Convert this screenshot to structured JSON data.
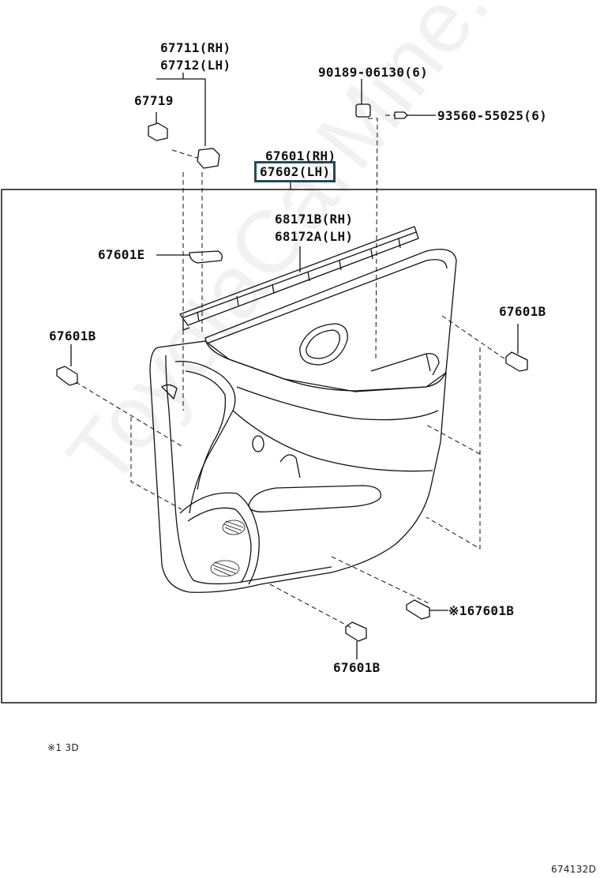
{
  "labels": {
    "p67711": "67711(RH)",
    "p67712": "67712(LH)",
    "p67719": "67719",
    "p90189": "90189-06130(6)",
    "p93560": "93560-55025(6)",
    "p67601": "67601(RH)",
    "p67602": "67602(LH)",
    "p68171b": "68171B(RH)",
    "p68172a": "68172A(LH)",
    "p67601e": "67601E",
    "p67601b_right": "67601B",
    "p67601b_left": "67601B",
    "p67601b_star": "※167601B",
    "p67601b_bottom": "67601B"
  },
  "footnote": "※1 3D",
  "diagram_id": "674132D",
  "watermark": "ToyotaCarMine.ru",
  "colors": {
    "highlight_border": "#1f4b5c",
    "line": "#111111"
  }
}
